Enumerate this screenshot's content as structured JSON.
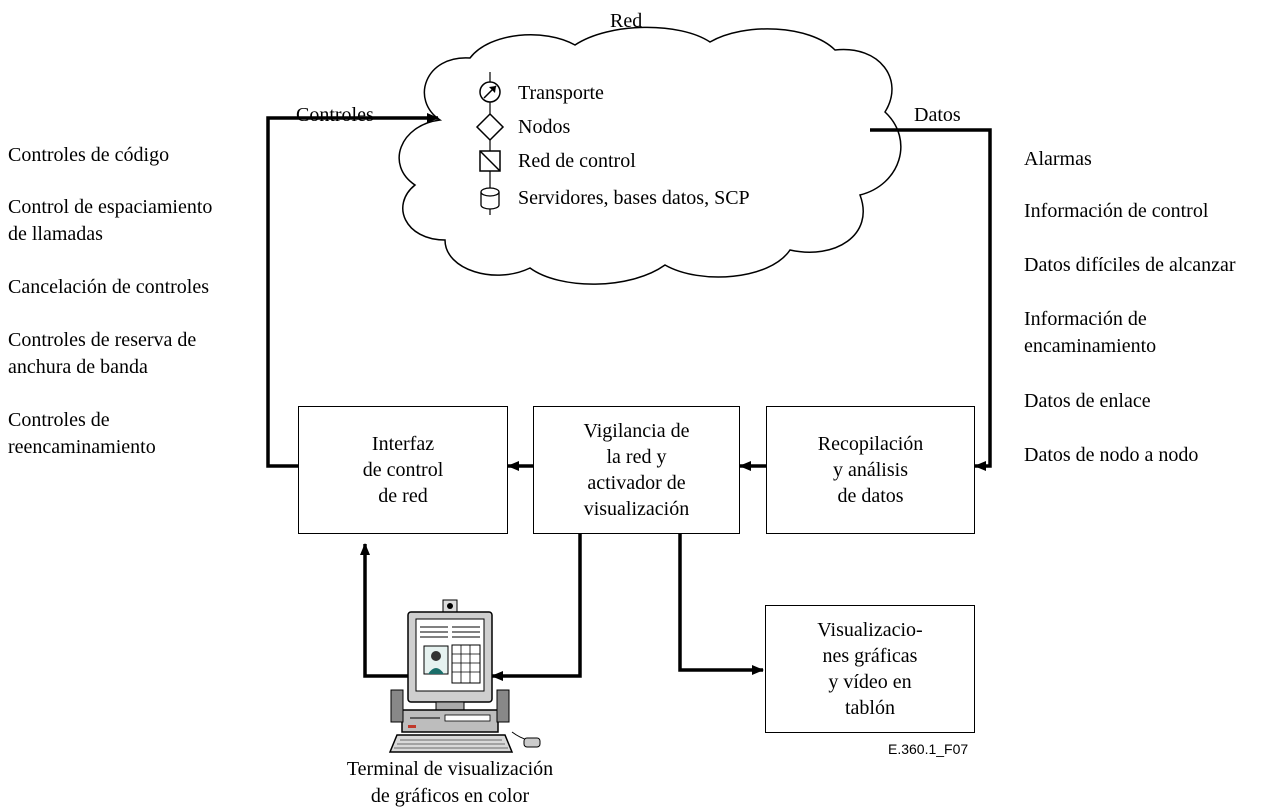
{
  "network": {
    "title": "Red",
    "legend": [
      {
        "icon": "transport-icon",
        "label": "Transporte"
      },
      {
        "icon": "node-icon",
        "label": "Nodos"
      },
      {
        "icon": "control-network-icon",
        "label": "Red de control"
      },
      {
        "icon": "database-icon",
        "label": "Servidores, bases datos, SCP"
      }
    ]
  },
  "flows": {
    "controls_label": "Controles",
    "data_label": "Datos"
  },
  "controls_list": [
    [
      "Controles de código"
    ],
    [
      "Control de espaciamiento",
      "de llamadas"
    ],
    [
      "Cancelación de controles"
    ],
    [
      "Controles de reserva de",
      "anchura de banda"
    ],
    [
      "Controles de",
      "reencaminamiento"
    ]
  ],
  "data_list": [
    [
      "Alarmas"
    ],
    [
      "Información de control"
    ],
    [
      "Datos difíciles de alcanzar"
    ],
    [
      "Información de",
      "encaminamiento"
    ],
    [
      "Datos de enlace"
    ],
    [
      "Datos de nodo a nodo"
    ]
  ],
  "boxes": {
    "control_interface": [
      "Interfaz",
      "de control",
      "de red"
    ],
    "monitoring": [
      "Vigilancia de",
      "la red y",
      "activador de",
      "visualización"
    ],
    "collection": [
      "Recopilación",
      "y análisis",
      "de datos"
    ],
    "wallboard": [
      "Visualizacio-",
      "nes gráficas",
      "y vídeo en",
      "tablón"
    ]
  },
  "terminal": {
    "label_line1": "Terminal de visualización",
    "label_line2": "de gráficos en color"
  },
  "figure_id": "E.360.1_F07"
}
